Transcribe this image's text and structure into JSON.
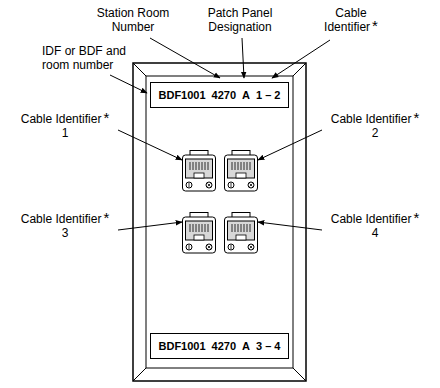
{
  "diagram": {
    "nodes": [
      {
        "text": [
          "BDF1001",
          "4270",
          "A",
          "1 – 2"
        ]
      },
      {
        "text": [
          "BDF1001",
          "4270",
          "A",
          "3 – 4"
        ]
      }
    ],
    "labels": [
      "Station Room Number",
      "Patch Panel Designation",
      "Cable Identifier",
      "*",
      "IDF or BDF and room number",
      "Cable Identifier",
      "*",
      "1",
      "Cable Identifier",
      "*",
      "2",
      "Cable Identifier",
      "*",
      "3",
      "Cable Identifier",
      "*",
      "4"
    ]
  }
}
